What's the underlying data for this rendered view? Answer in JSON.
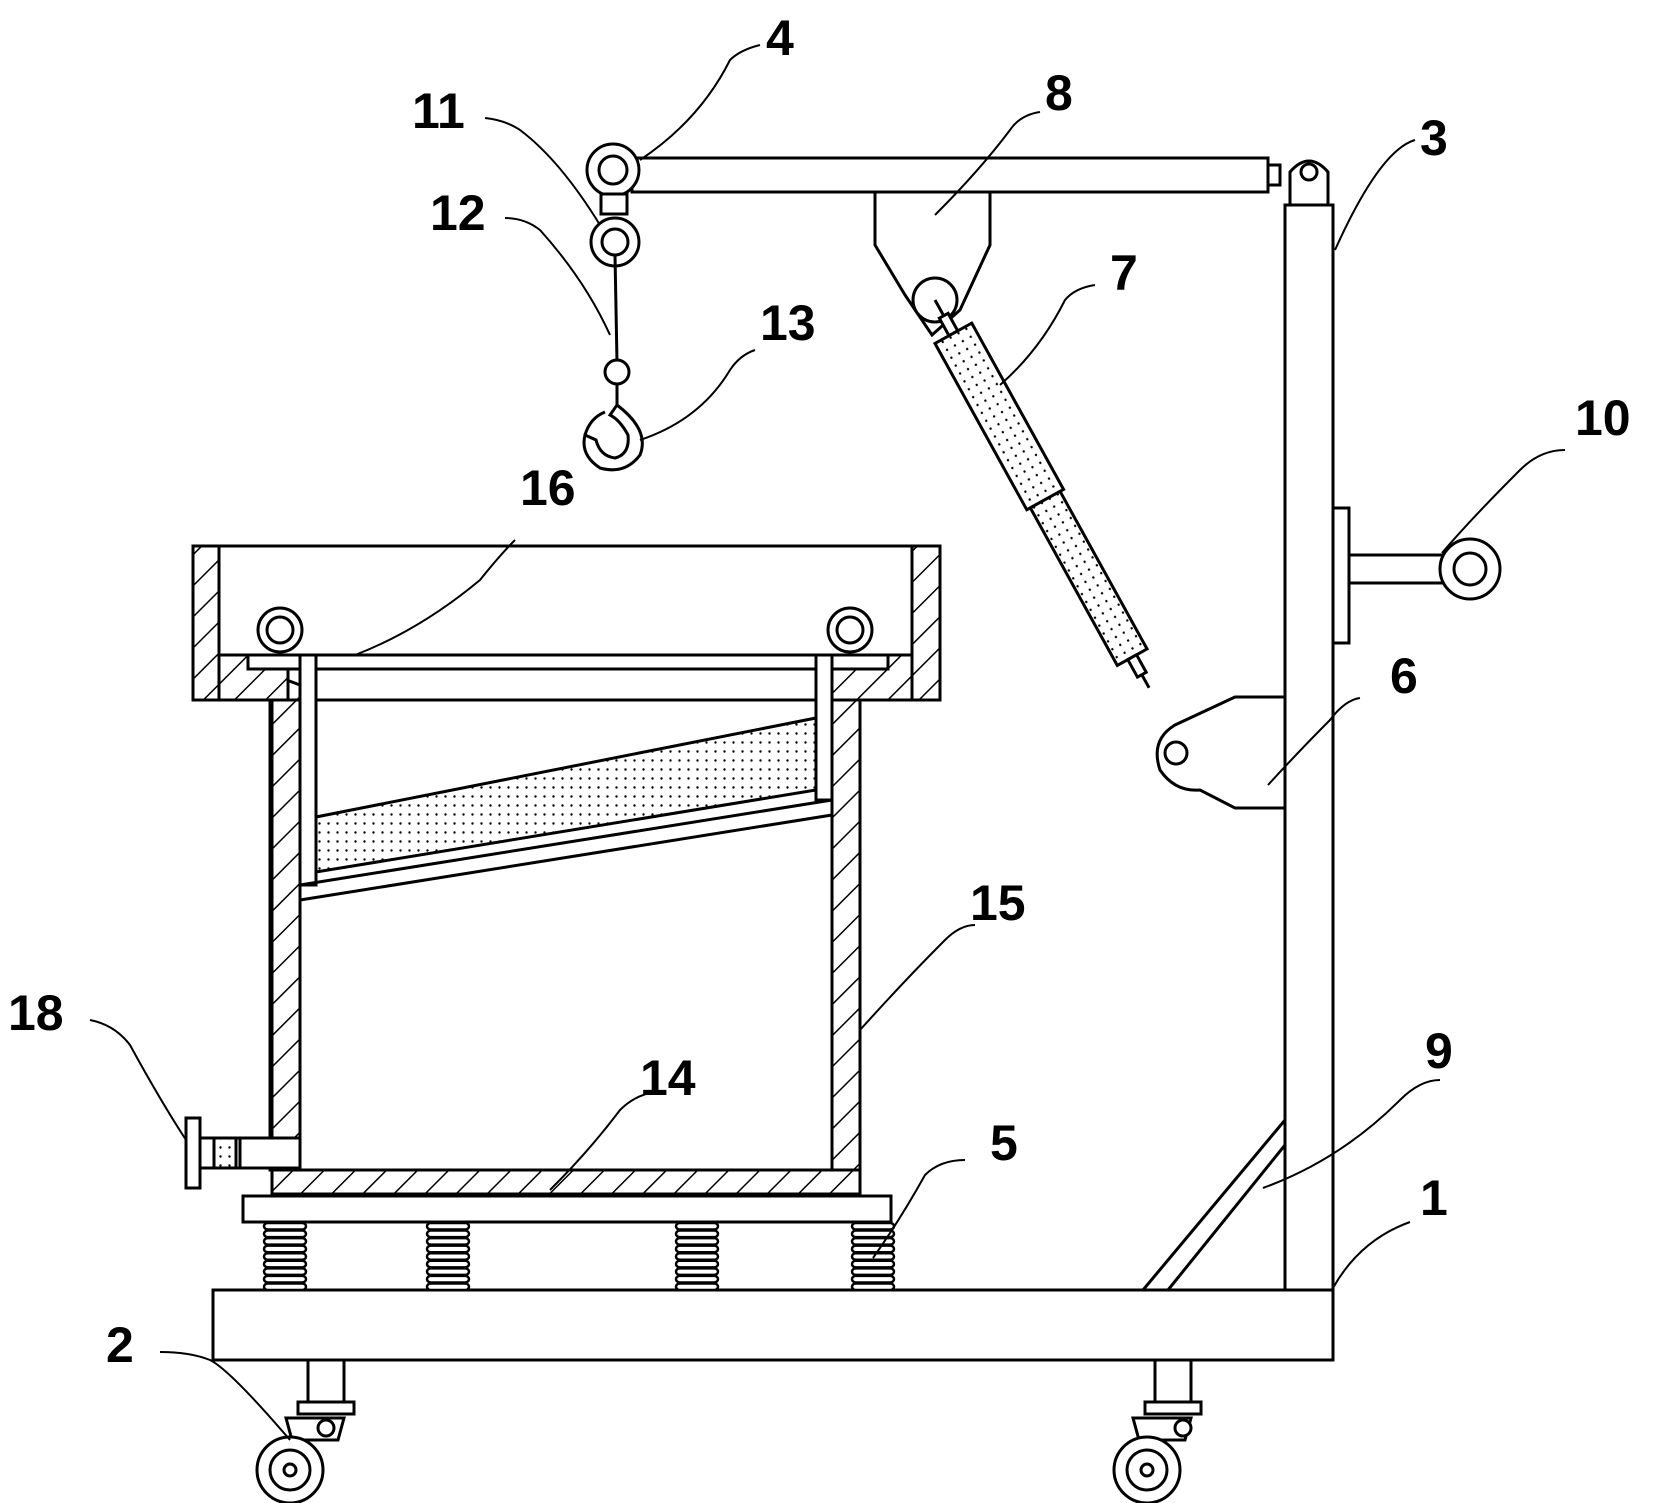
{
  "labels": {
    "l1": "1",
    "l2": "2",
    "l3": "3",
    "l4": "4",
    "l5": "5",
    "l6": "6",
    "l7": "7",
    "l8": "8",
    "l9": "9",
    "l10": "10",
    "l11": "11",
    "l12": "12",
    "l13": "13",
    "l14": "14",
    "l15": "15",
    "l16": "16",
    "l18": "18"
  }
}
